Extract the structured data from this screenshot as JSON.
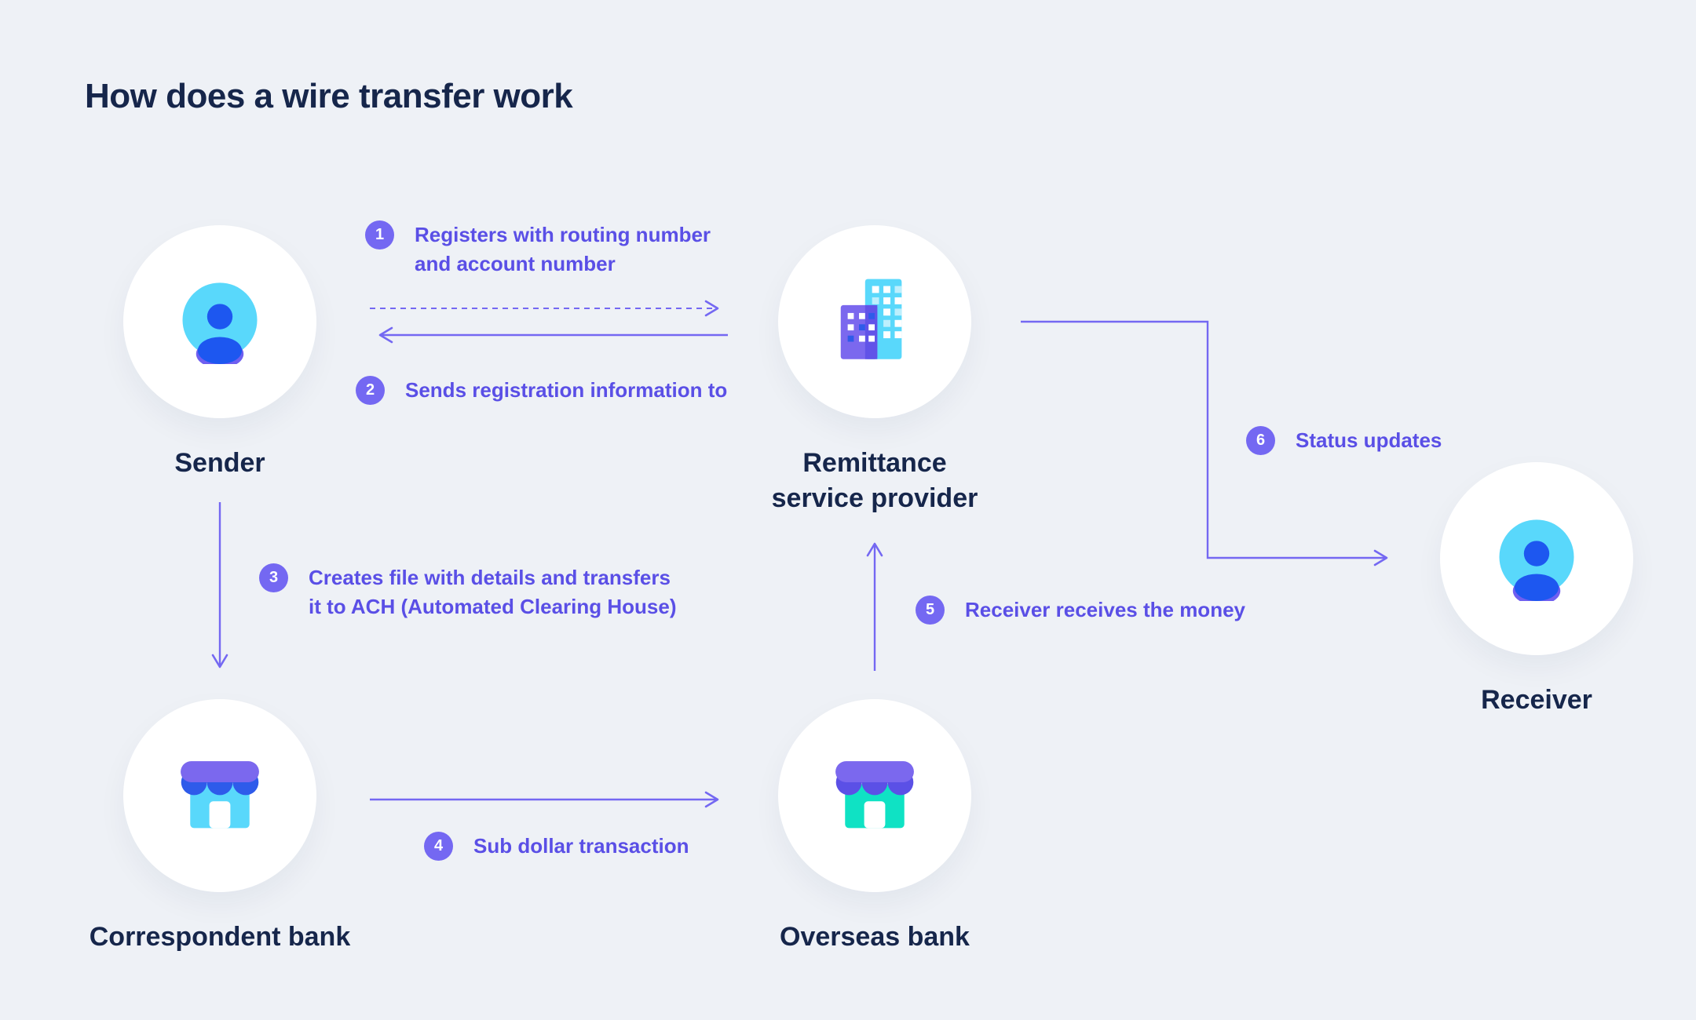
{
  "page": {
    "title": "How does a wire transfer work",
    "background_color": "#eef1f6"
  },
  "colors": {
    "accent_purple": "#7468f2",
    "step_text_purple": "#5a4fe6",
    "label_navy": "#16264b",
    "node_background": "#ffffff",
    "icon_cyan": "#59d8fb",
    "icon_blue": "#1d57f0",
    "icon_purple": "#7b68ee",
    "icon_indigo": "#5b50e6",
    "icon_royal_blue": "#2e5bea",
    "icon_teal": "#0fe2c4"
  },
  "nodes": [
    {
      "id": "sender",
      "label": "Sender",
      "icon": "person-icon"
    },
    {
      "id": "remittance-service-provider",
      "label": [
        "Remittance",
        "service provider"
      ],
      "icon": "building-icon"
    },
    {
      "id": "receiver",
      "label": "Receiver",
      "icon": "person-icon"
    },
    {
      "id": "correspondent-bank",
      "label": "Correspondent bank",
      "icon": "store-icon"
    },
    {
      "id": "overseas-bank",
      "label": "Overseas bank",
      "icon": "store-icon"
    }
  ],
  "steps": [
    {
      "number": "1",
      "text": [
        "Registers with routing number",
        "and account number"
      ],
      "from": "sender",
      "to": "remittance-service-provider",
      "arrow_style": "dashed"
    },
    {
      "number": "2",
      "text": "Sends registration information to",
      "from": "remittance-service-provider",
      "to": "sender",
      "arrow_style": "solid"
    },
    {
      "number": "3",
      "text": [
        "Creates file with details and transfers",
        "it to ACH (Automated Clearing House)"
      ],
      "from": "sender",
      "to": "correspondent-bank",
      "arrow_style": "solid"
    },
    {
      "number": "4",
      "text": "Sub dollar transaction",
      "from": "correspondent-bank",
      "to": "overseas-bank",
      "arrow_style": "solid"
    },
    {
      "number": "5",
      "text": "Receiver receives the money",
      "from": "overseas-bank",
      "to": "remittance-service-provider",
      "arrow_style": "solid"
    },
    {
      "number": "6",
      "text": "Status updates",
      "from": "remittance-service-provider",
      "to": "receiver",
      "arrow_style": "solid"
    }
  ]
}
